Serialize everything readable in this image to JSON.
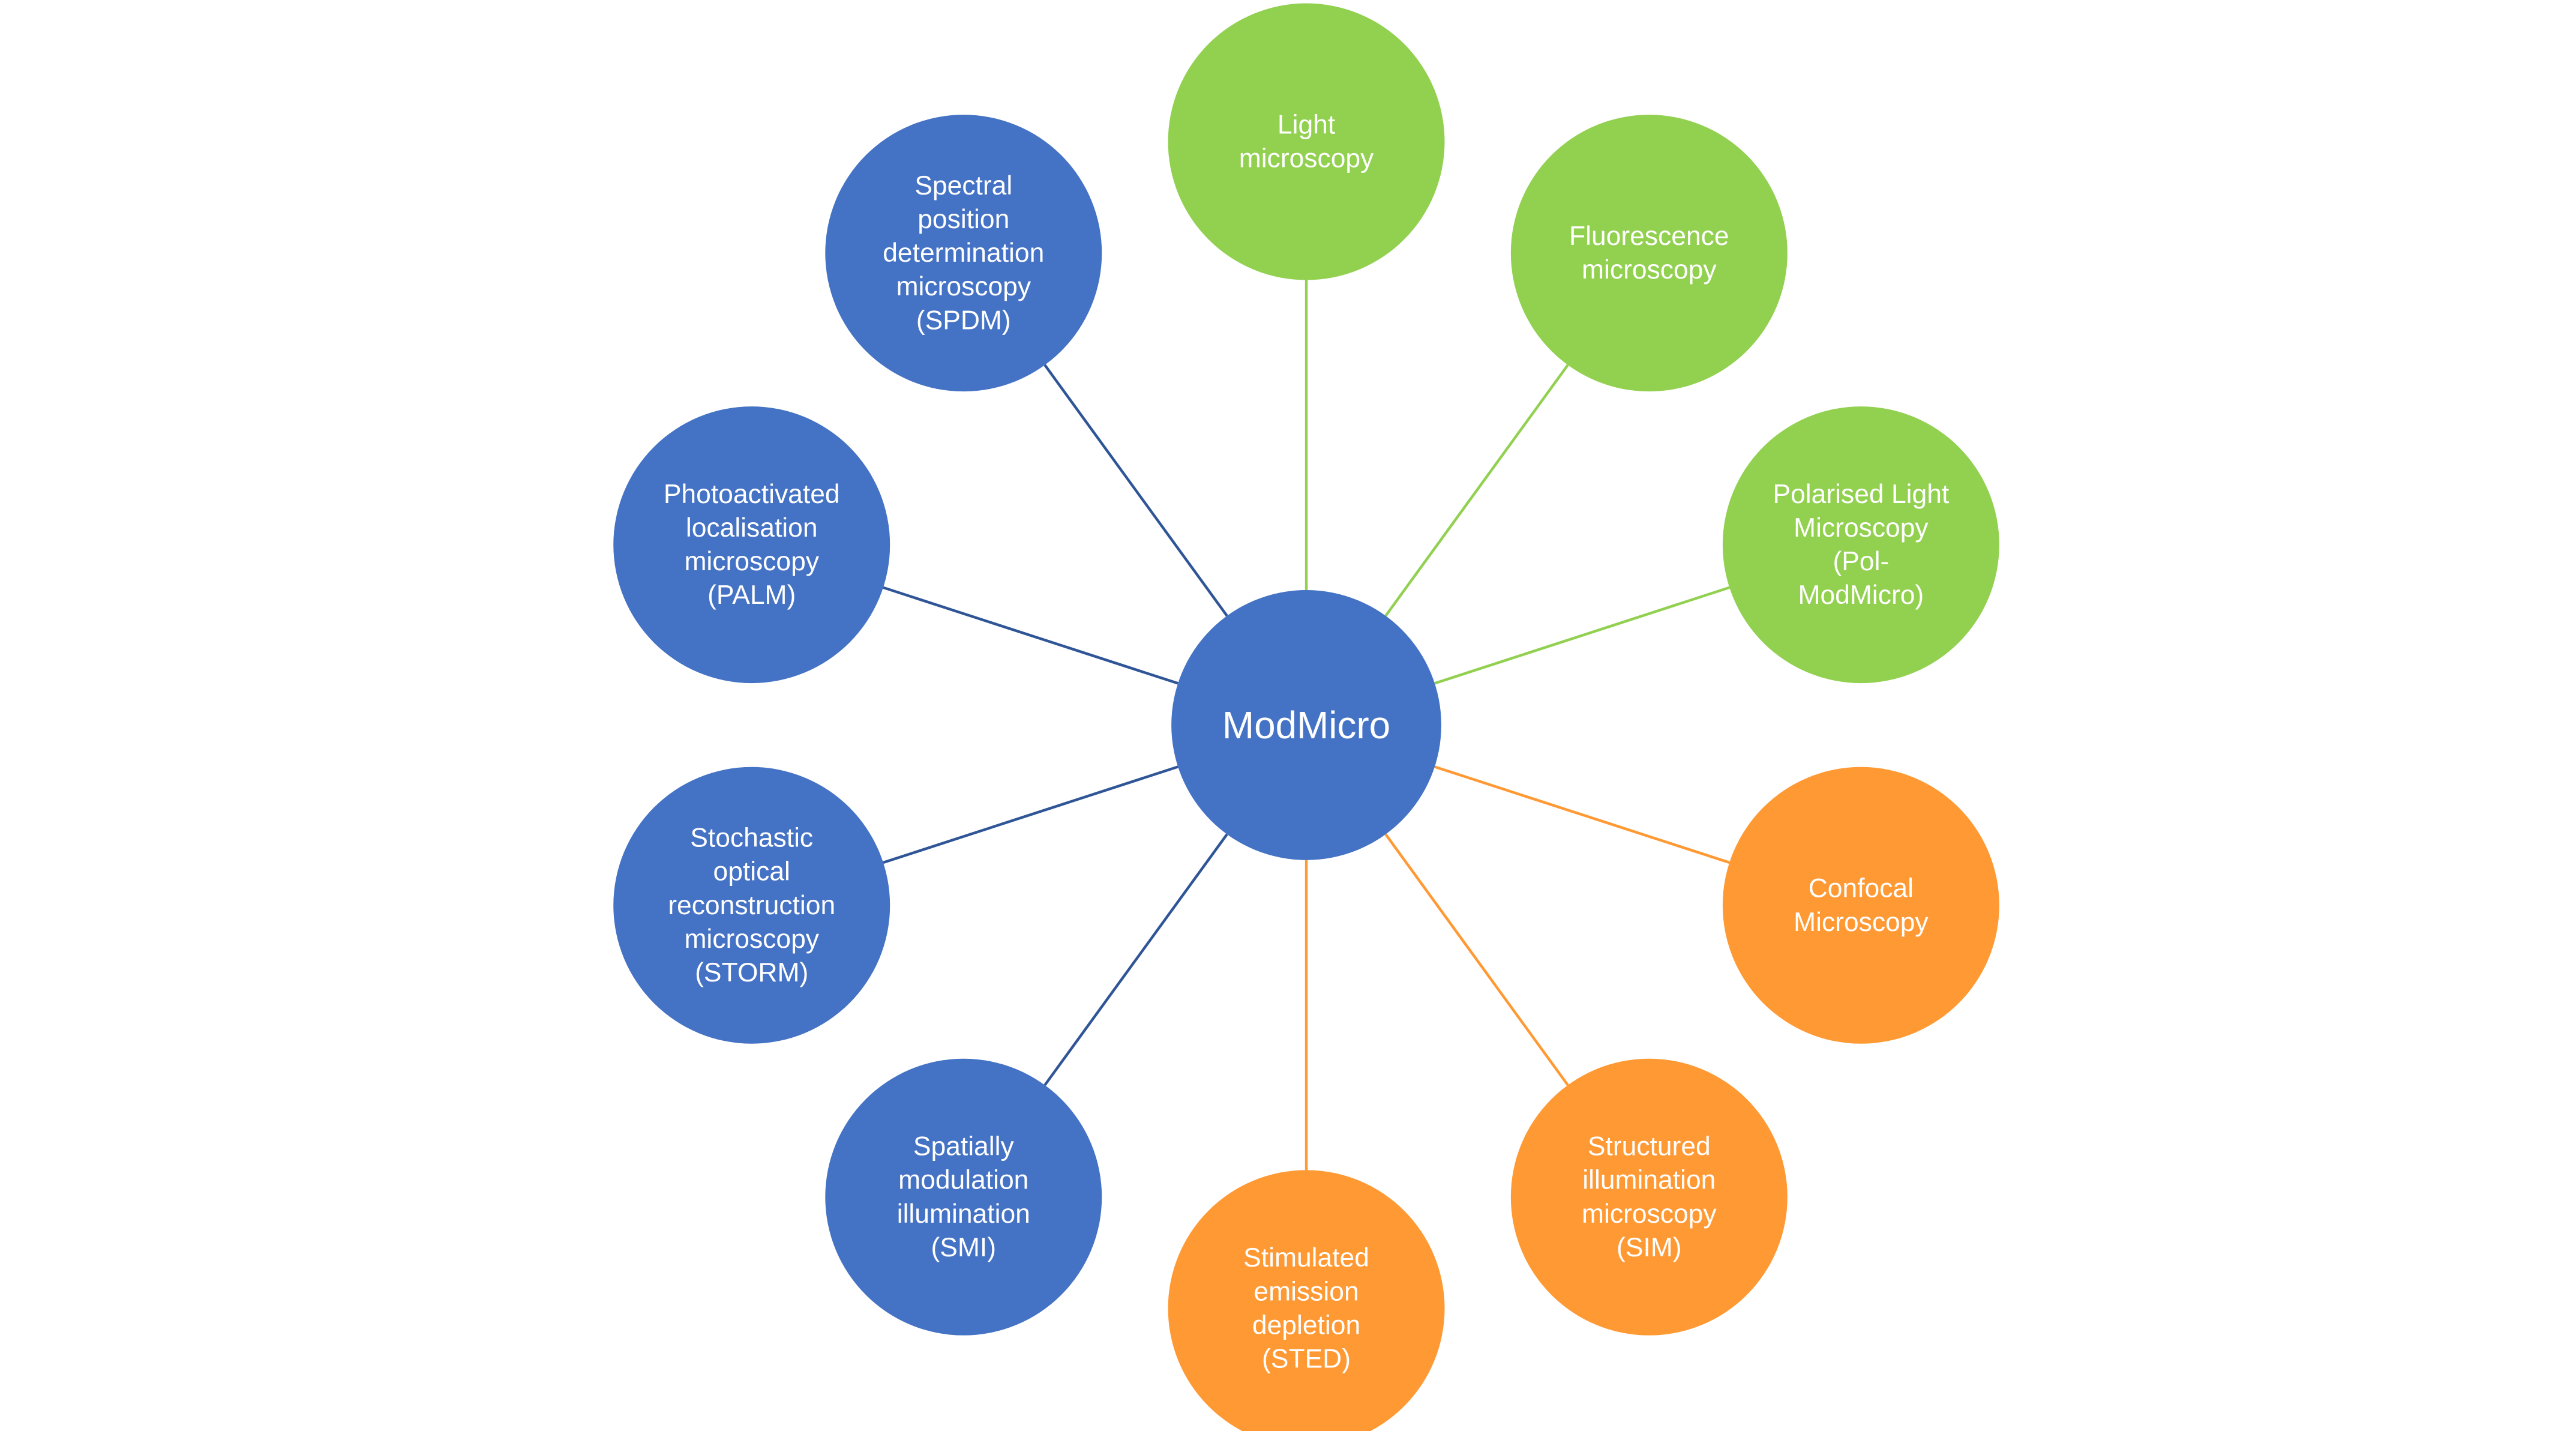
{
  "colors": {
    "background": "#ffffff",
    "blue": "#4472C4",
    "green": "#92D050",
    "orange": "#FF9933",
    "blue_line": "#2F5597",
    "green_line": "#92D050",
    "orange_line": "#FF9933",
    "text": "#ffffff"
  },
  "center": {
    "label": "ModMicro",
    "color": "blue"
  },
  "nodes": [
    {
      "id": "light-microscopy",
      "lines": [
        "Light",
        "microscopy"
      ],
      "color": "green"
    },
    {
      "id": "fluorescence-microscopy",
      "lines": [
        "Fluorescence",
        "microscopy"
      ],
      "color": "green"
    },
    {
      "id": "polarised-light-microscopy",
      "lines": [
        "Polarised Light",
        "Microscopy",
        "(Pol-",
        "ModMicro)"
      ],
      "color": "green"
    },
    {
      "id": "confocal-microscopy",
      "lines": [
        "Confocal",
        "Microscopy"
      ],
      "color": "orange"
    },
    {
      "id": "structured-illumination-microscopy",
      "lines": [
        "Structured",
        "illumination",
        "microscopy",
        "(SIM)"
      ],
      "color": "orange"
    },
    {
      "id": "stimulated-emission-depletion",
      "lines": [
        "Stimulated",
        "emission",
        "depletion",
        "(STED)"
      ],
      "color": "orange"
    },
    {
      "id": "spatially-modulation-illumination",
      "lines": [
        "Spatially",
        "modulation",
        "illumination",
        "(SMI)"
      ],
      "color": "blue"
    },
    {
      "id": "stochastic-optical-reconstruction-microscopy",
      "lines": [
        "Stochastic",
        "optical",
        "reconstruction",
        "microscopy",
        "(STORM)"
      ],
      "color": "blue"
    },
    {
      "id": "photoactivated-localisation-microscopy",
      "lines": [
        "Photoactivated",
        "localisation",
        "microscopy",
        "(PALM)"
      ],
      "color": "blue"
    },
    {
      "id": "spectral-position-determination-microscopy",
      "lines": [
        "Spectral",
        "position",
        "determination",
        "microscopy",
        "(SPDM)"
      ],
      "color": "blue"
    }
  ]
}
